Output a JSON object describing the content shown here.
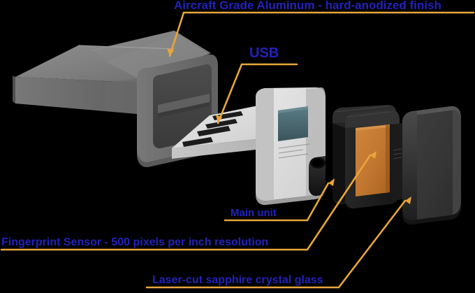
{
  "figure": {
    "type": "exploded-view-product-diagram",
    "background_color": "#000000",
    "callout_text_color": "#2222bb",
    "leader_line_color": "#e9a63a"
  },
  "callouts": [
    {
      "id": "aluminum",
      "label": "Aircraft Grade Aluminum - hard-anodized finish"
    },
    {
      "id": "usb",
      "label": "USB"
    },
    {
      "id": "main_unit",
      "label": "Main unit"
    },
    {
      "id": "sensor",
      "label": "Fingerprint Sensor - 500  pixels per inch resolution"
    },
    {
      "id": "glass",
      "label": "Laser-cut sapphire crystal glass"
    }
  ],
  "parts": [
    {
      "id": "aluminum_shell",
      "name": "aluminum-housing",
      "color": "#7d7d7d"
    },
    {
      "id": "usb_connector",
      "name": "usb-connector",
      "color": "#d9d9d9"
    },
    {
      "id": "main_unit_body",
      "name": "main-unit-board",
      "color": "#c9c9c9"
    },
    {
      "id": "chip",
      "name": "main-unit-chip",
      "color": "#4d6870"
    },
    {
      "id": "black_frame",
      "name": "sensor-frame",
      "color": "#1a1a1a"
    },
    {
      "id": "sensor_pad",
      "name": "fingerprint-sensor-pad",
      "color": "#c67a3a"
    },
    {
      "id": "glass_cover",
      "name": "sapphire-glass-cover",
      "color": "#343434"
    }
  ]
}
